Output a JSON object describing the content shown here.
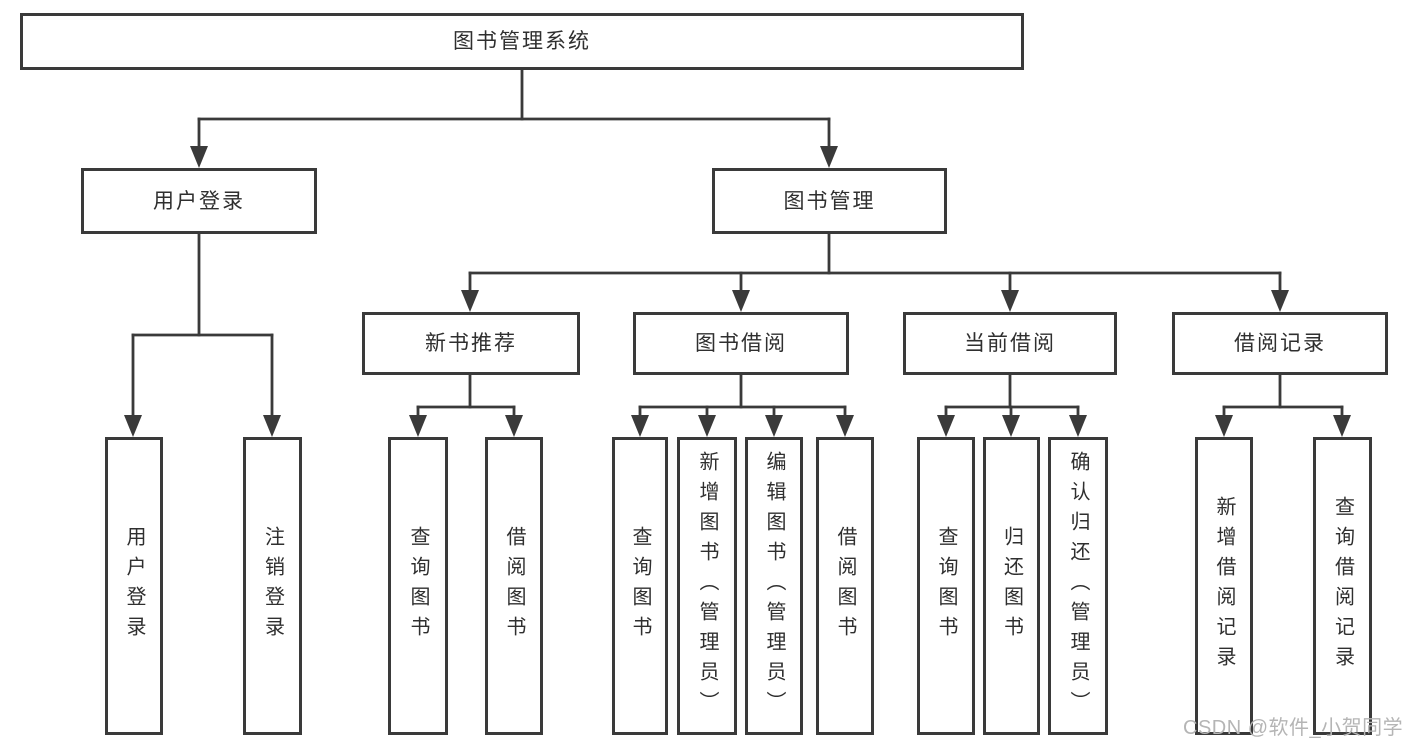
{
  "tree": {
    "root": {
      "label": "图书管理系统",
      "children": [
        {
          "label": "用户登录",
          "children": [
            {
              "label": "用户登录"
            },
            {
              "label": "注销登录"
            }
          ]
        },
        {
          "label": "图书管理",
          "children": [
            {
              "label": "新书推荐",
              "children": [
                {
                  "label": "查询图书"
                },
                {
                  "label": "借阅图书"
                }
              ]
            },
            {
              "label": "图书借阅",
              "children": [
                {
                  "label": "查询图书"
                },
                {
                  "label": "新增图书（管理员）"
                },
                {
                  "label": "编辑图书（管理员）"
                },
                {
                  "label": "借阅图书"
                }
              ]
            },
            {
              "label": "当前借阅",
              "children": [
                {
                  "label": "查询图书"
                },
                {
                  "label": "归还图书"
                },
                {
                  "label": "确认归还（管理员）"
                }
              ]
            },
            {
              "label": "借阅记录",
              "children": [
                {
                  "label": "新增借阅记录"
                },
                {
                  "label": "查询借阅记录"
                }
              ]
            }
          ]
        }
      ]
    }
  },
  "watermark": {
    "text": "CSDN @软件_小贺同学"
  },
  "colors": {
    "line": "#3a3a3a",
    "text": "#2f2f2f",
    "background": "#ffffff",
    "watermark": "#b5b5b5"
  }
}
